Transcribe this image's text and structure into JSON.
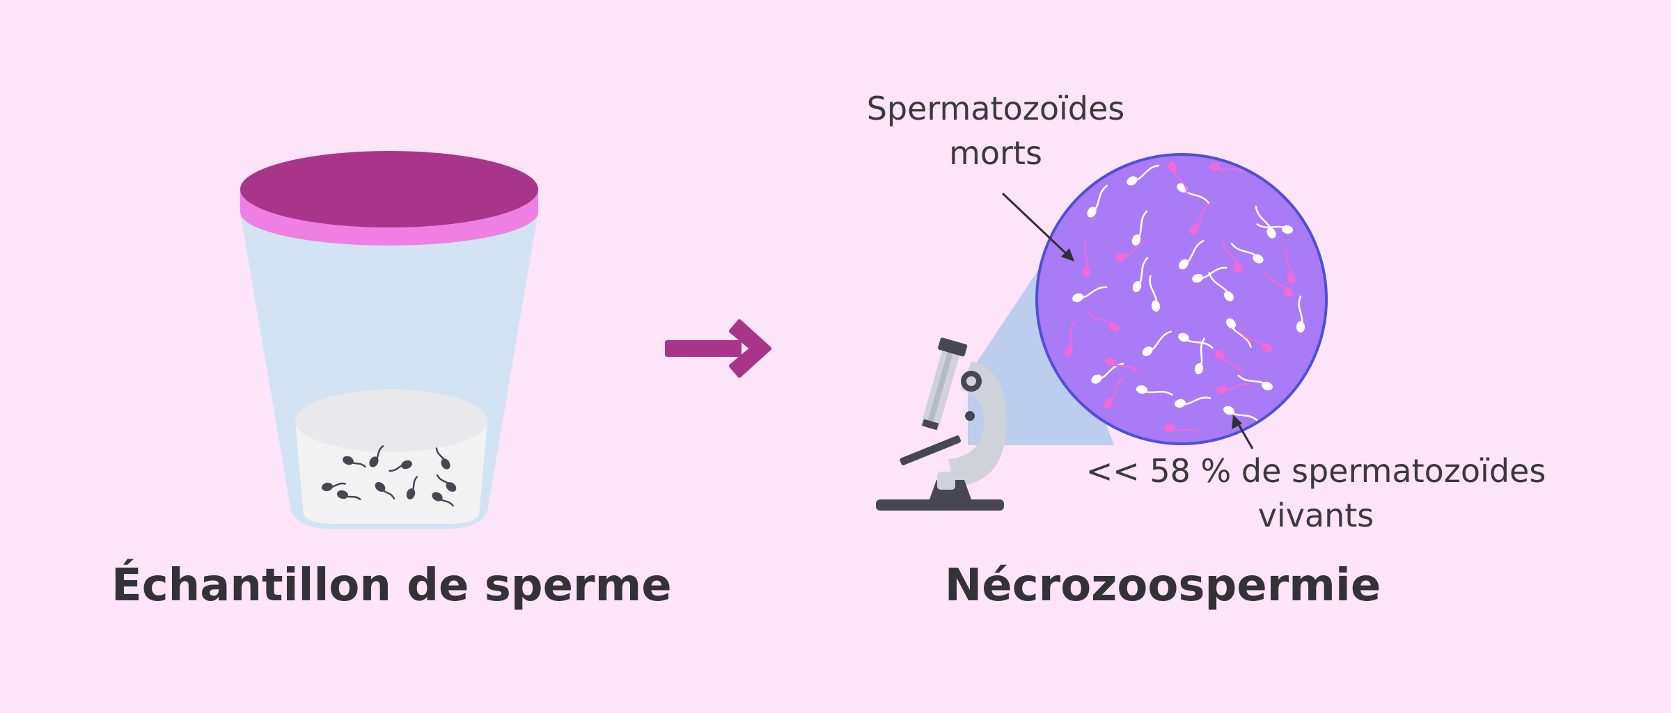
{
  "captions": {
    "sample": "Échantillon de sperme",
    "condition": "Nécrozoospermie"
  },
  "annotations": {
    "dead_line1": "Spermatozoïdes",
    "dead_line2": "morts",
    "alive_line1": "<< 58 % de spermatozoïdes",
    "alive_line2": "vivants"
  },
  "colors": {
    "background": "#fde4f8",
    "lid_top": "#a8358a",
    "lid_rim": "#f07fe3",
    "cup_body": "#d2e4f3",
    "sample_fill": "#f3f2f3",
    "arrow": "#a8358a",
    "lens_circle": "#a97bf7",
    "lens_border": "#4f4fd7",
    "dead_sperm": "#f06ad8",
    "alive_sperm": "#ffffff",
    "microscope_dark": "#474752",
    "microscope_light": "#cfd3d9"
  },
  "icons": [
    "sample-cup-icon",
    "right-arrow-icon",
    "microscope-icon",
    "magnified-view-icon",
    "sperm-icon"
  ]
}
